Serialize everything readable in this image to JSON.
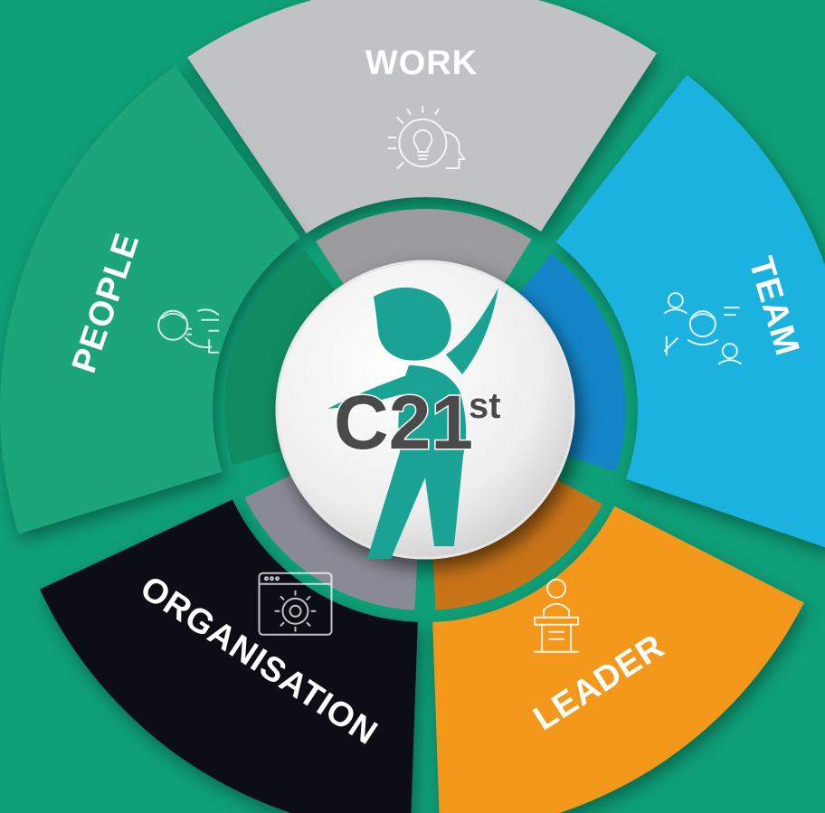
{
  "background_color": "#0e9f77",
  "center": {
    "logo_main": "C21",
    "logo_sup": "st",
    "figure_color": "#1aa394",
    "text_color": "#4a4a4a"
  },
  "segments": [
    {
      "id": "work",
      "label": "WORK",
      "icon": "lightbulb-gear-head-icon",
      "color": "#c1c2c4",
      "inner_color": "#9b9b9d"
    },
    {
      "id": "team",
      "label": "TEAM",
      "icon": "team-heads-icon",
      "color": "#1fb2df",
      "inner_color": "#1485c8"
    },
    {
      "id": "leader",
      "label": "LEADER",
      "icon": "speaker-podium-icon",
      "color": "#f4981f",
      "inner_color": "#c87418"
    },
    {
      "id": "organisation",
      "label": "ORGANISATION",
      "icon": "browser-gear-icon",
      "color": "#0f0e14",
      "inner_color": "#8a8a96"
    },
    {
      "id": "people",
      "label": "PEOPLE",
      "icon": "person-profile-icon",
      "color": "#1fa57a",
      "inner_color": "#0f8c62"
    }
  ]
}
